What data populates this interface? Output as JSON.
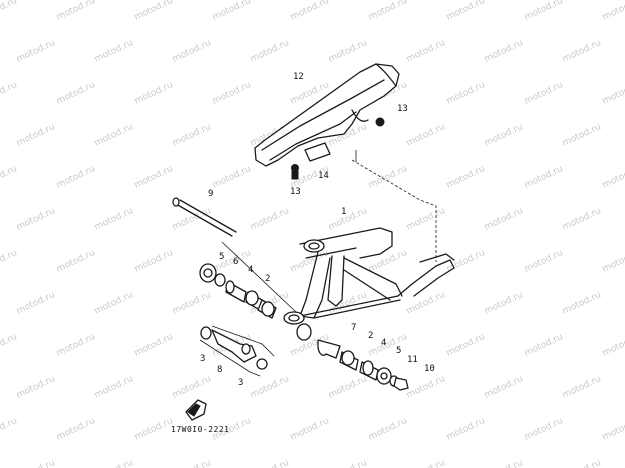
{
  "diagram": {
    "code": "17W0I0-2221",
    "watermark": "motod.ru",
    "callouts": [
      "1",
      "2",
      "3",
      "4",
      "5",
      "6",
      "7",
      "8",
      "9",
      "10",
      "11",
      "12",
      "13",
      "14"
    ],
    "colors": {
      "ink": "#1a1a1a",
      "watermark": "#c9c9c9",
      "background": "#ffffff"
    }
  }
}
